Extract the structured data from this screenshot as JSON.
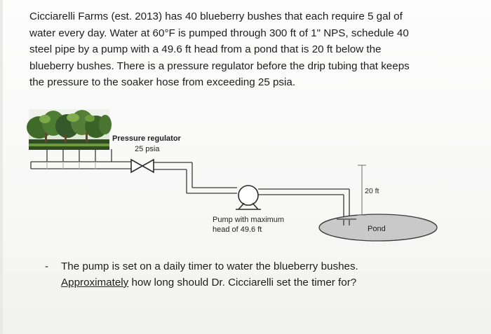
{
  "problem": {
    "lines": [
      "Cicciarelli Farms (est. 2013) has 40 blueberry bushes that each require 5 gal of",
      "water every day.  Water at 60°F is pumped through 300 ft of 1\" NPS, schedule 40",
      "steel pipe by a pump with a 49.6 ft head from a pond that is 20 ft below the",
      "blueberry bushes.  There is a pressure regulator before the drip tubing that keeps",
      "the pressure to the soaker hose from exceeding 25 psia."
    ]
  },
  "diagram": {
    "regulator_label": "Pressure regulator",
    "regulator_value": "25 psia",
    "height_label": "20 ft",
    "pump_label_line1": "Pump with maximum",
    "pump_label_line2": "head of 49.6 ft",
    "pond_label": "Pond",
    "colors": {
      "pond_fill": "#c9c9c9",
      "pipe": "#3a3a3a",
      "bush_dark": "#2f4f22",
      "bush_light": "#6f9a3c"
    }
  },
  "question": {
    "bullet": "-",
    "line1": "The pump is set on a daily timer to water the blueberry bushes.",
    "line2_underlined": "Approximately",
    "line2_rest": " how long should Dr. Cicciarelli set the timer for?"
  }
}
